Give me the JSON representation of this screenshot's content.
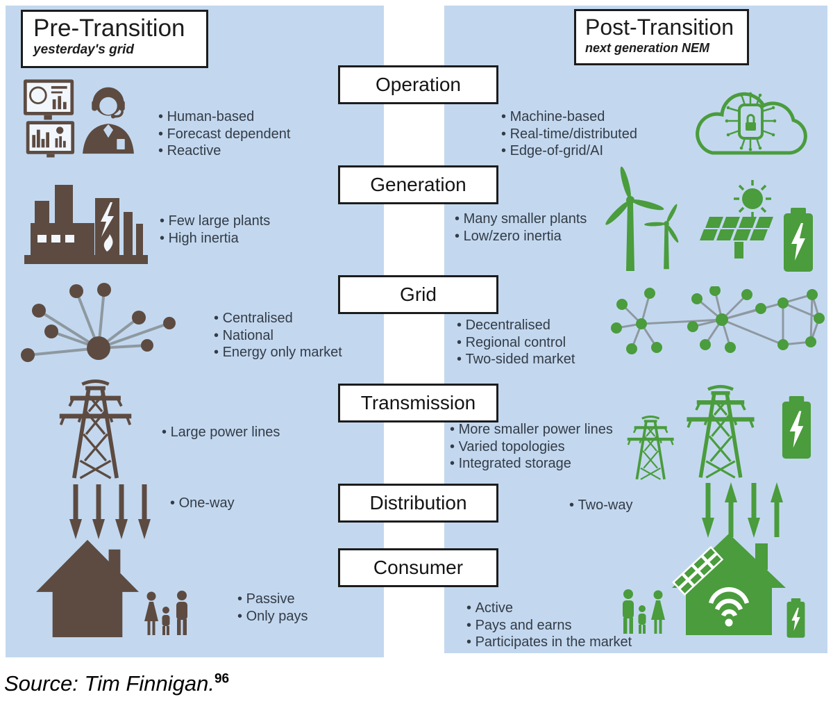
{
  "headers": {
    "pre": {
      "title": "Pre-Transition",
      "subtitle": "yesterday's grid"
    },
    "post": {
      "title": "Post-Transition",
      "subtitle": "next generation NEM"
    }
  },
  "stages": {
    "operation": "Operation",
    "generation": "Generation",
    "grid": "Grid",
    "transmission": "Transmission",
    "distribution": "Distribution",
    "consumer": "Consumer"
  },
  "pre": {
    "operation": [
      "Human-based",
      "Forecast dependent",
      "Reactive"
    ],
    "generation": [
      "Few large plants",
      "High inertia"
    ],
    "grid": [
      "Centralised",
      "National",
      "Energy only market"
    ],
    "transmission": [
      "Large power lines"
    ],
    "distribution": [
      "One-way"
    ],
    "consumer": [
      "Passive",
      "Only pays"
    ]
  },
  "post": {
    "operation": [
      "Machine-based",
      "Real-time/distributed",
      "Edge-of-grid/AI"
    ],
    "generation": [
      "Many smaller plants",
      "Low/zero inertia"
    ],
    "grid": [
      "Decentralised",
      "Regional control",
      "Two-sided market"
    ],
    "transmission": [
      "More smaller power lines",
      "Varied topologies",
      "Integrated storage"
    ],
    "distribution": [
      "Two-way"
    ],
    "consumer": [
      "Active",
      "Pays and earns",
      "Participates in the market"
    ]
  },
  "source": {
    "text": "Source: Tim Finnigan.",
    "superscript": "96"
  },
  "colors": {
    "panel_blue": "#c3d8ef",
    "pre_brown": "#5d4b41",
    "post_green": "#4a9c3c",
    "connector_gray": "#8e98a0",
    "bullet_text": "#333b46",
    "box_border": "#1c1c1c"
  },
  "icons": {
    "pre": {
      "operation": [
        "control-monitors-icon",
        "operator-headset-icon"
      ],
      "generation": [
        "power-plant-icon"
      ],
      "grid": [
        "hub-spoke-network-icon"
      ],
      "transmission": [
        "transmission-tower-icon"
      ],
      "distribution": [
        "one-way-arrows-icon"
      ],
      "consumer": [
        "house-icon",
        "family-icon"
      ]
    },
    "post": {
      "operation": [
        "cloud-ai-chip-icon"
      ],
      "generation": [
        "wind-turbines-icon",
        "sun-solar-panel-icon",
        "battery-icon"
      ],
      "grid": [
        "mesh-network-icon"
      ],
      "transmission": [
        "transmission-towers-icon",
        "battery-icon"
      ],
      "distribution": [
        "two-way-arrows-icon"
      ],
      "consumer": [
        "family-icon",
        "smart-home-wifi-solar-icon",
        "battery-icon"
      ]
    }
  }
}
